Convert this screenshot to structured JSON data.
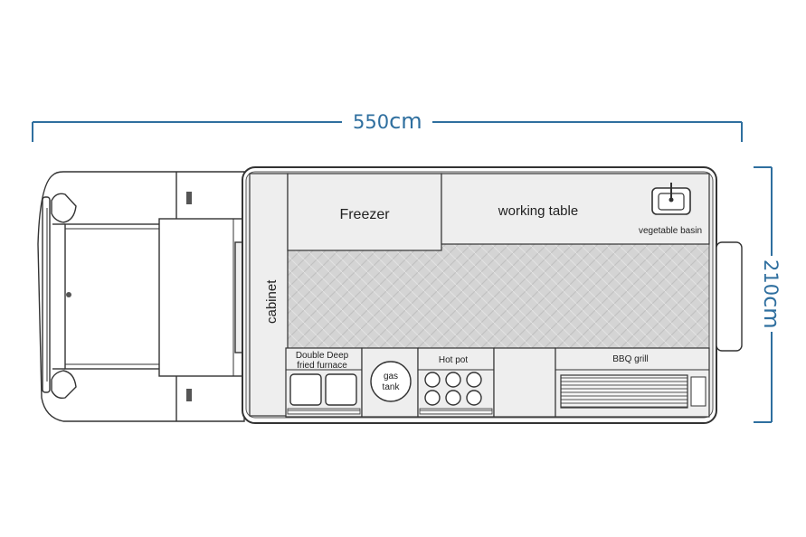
{
  "dimensions": {
    "length": {
      "value": "550",
      "unit": "cm"
    },
    "width": {
      "value": "210",
      "unit": "cm"
    }
  },
  "zones": {
    "freezer": "Freezer",
    "working_table": "working table",
    "vegetable_basin": "vegetable basin",
    "cabinet": "cabinet",
    "fryer_line1": "Double Deep",
    "fryer_line2": "fried furnace",
    "gas_tank_line1": "gas",
    "gas_tank_line2": "tank",
    "hot_pot": "Hot pot",
    "bbq_grill": "BBQ grill"
  },
  "colors": {
    "dimension": "#2f6f9f",
    "outline": "#333333",
    "floor": "#d4d4d4",
    "panel": "#eeeeee"
  }
}
